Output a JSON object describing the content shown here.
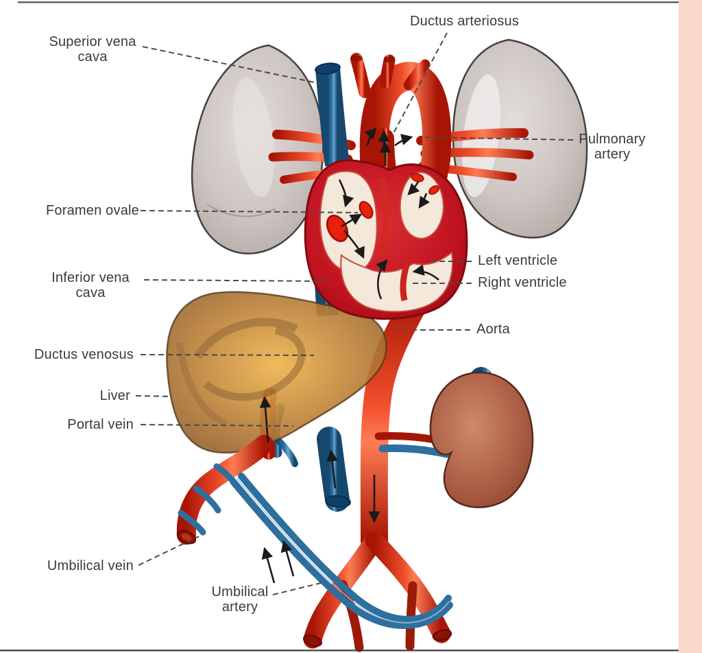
{
  "figure": {
    "type": "anatomical-diagram",
    "subject": "Fetal circulation",
    "background": "#ffffff"
  },
  "palette": {
    "artery_red": "#e63a1f",
    "artery_dark": "#a81505",
    "vein_blue": "#2e6f9e",
    "vein_dark": "#12456e",
    "heart_wall": "#c01320",
    "chamber_cream": "#f4e8da",
    "oval_red": "#e8200c",
    "lung_gray": "#c6bebb",
    "liver_brown": "#b07a3a",
    "kidney_brown": "#a85c42",
    "label_color": "#3a3a3a",
    "leader_color": "#4a4a4a",
    "arrow_color": "#1a1a1a",
    "right_strip": "#f8d8c9",
    "edge_rule": "#333333"
  },
  "labels": [
    {
      "id": "superior-vena-cava",
      "text": "Superior vena\ncava"
    },
    {
      "id": "ductus-arteriosus",
      "text": "Ductus arteriosus"
    },
    {
      "id": "pulmonary-artery",
      "text": "Pulmonary\nartery"
    },
    {
      "id": "foramen-ovale",
      "text": "Foramen ovale"
    },
    {
      "id": "left-ventricle",
      "text": "Left ventricle"
    },
    {
      "id": "right-ventricle",
      "text": "Right ventricle"
    },
    {
      "id": "inferior-vena-cava",
      "text": "Inferior vena\ncava"
    },
    {
      "id": "aorta",
      "text": "Aorta"
    },
    {
      "id": "ductus-venosus",
      "text": "Ductus venosus"
    },
    {
      "id": "liver",
      "text": "Liver"
    },
    {
      "id": "portal-vein",
      "text": "Portal vein"
    },
    {
      "id": "umbilical-vein",
      "text": "Umbilical vein"
    },
    {
      "id": "umbilical-artery",
      "text": "Umbilical\nartery"
    }
  ]
}
